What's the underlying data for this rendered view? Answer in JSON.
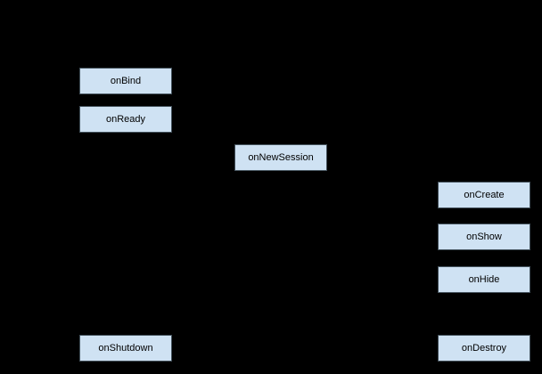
{
  "colors": {
    "background": "#000000",
    "node_fill": "#cfe2f3",
    "node_border": "#44525c",
    "node_text": "#000000"
  },
  "diagram": {
    "type": "lifecycle-flow",
    "nodes": [
      {
        "label": "onBind"
      },
      {
        "label": "onReady"
      },
      {
        "label": "onNewSession"
      },
      {
        "label": "onCreate"
      },
      {
        "label": "onShow"
      },
      {
        "label": "onHide"
      },
      {
        "label": "onShutdown"
      },
      {
        "label": "onDestroy"
      }
    ]
  }
}
